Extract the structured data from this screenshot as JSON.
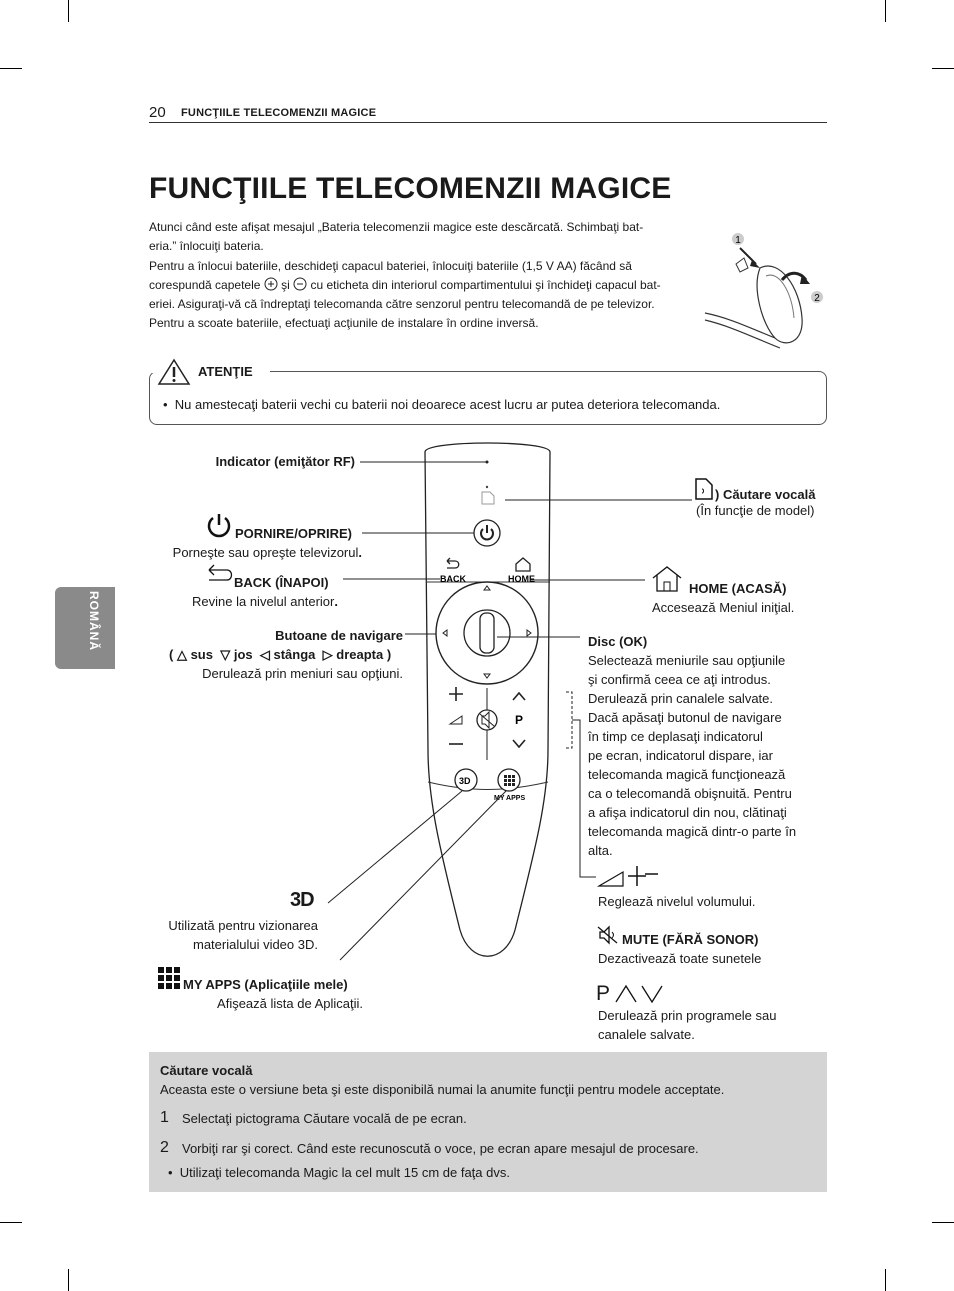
{
  "header": {
    "page_number": "20",
    "section": "FUNCŢIILE TELECOMENZII MAGICE"
  },
  "title": "FUNCŢIILE TELECOMENZII MAGICE",
  "side_tab": "ROMÂNĂ",
  "intro": {
    "line1": "Atunci când este afişat mesajul „Bateria telecomenzii magice este descărcată. Schimbaţi bat-",
    "line2": "eria.” înlocuiţi bateria.",
    "line3": "Pentru a înlocui bateriile, deschideţi capacul bateriei, înlocuiţi bateriile (1,5 V AA) făcând să",
    "line4_a": "corespundă capetele",
    "line4_b": "şi",
    "line4_c": "cu eticheta din interiorul compartimentului şi închideţi capacul bat-",
    "line5": "eriei. Asiguraţi-vă că îndreptaţi telecomanda către senzorul pentru telecomandă de pe televizor.",
    "line6": "Pentru a scoate bateriile, efectuaţi acţiunile de instalare în ordine inversă."
  },
  "battery_steps": [
    "1",
    "2"
  ],
  "caution": {
    "title": "ATENŢIE",
    "text": "Nu amestecaţi baterii vechi cu baterii noi deoarece acest lucru ar putea deteriora telecomanda."
  },
  "remote": {
    "back_label": "BACK",
    "home_label": "HOME",
    "myapps_label": "MY APPS",
    "p_label": "P"
  },
  "labels": {
    "indicator": "Indicator (emiţător RF)",
    "power_title": "PORNIRE/OPRIRE)",
    "power_desc": "Porneşte sau opreşte televizorul",
    "back_title": "BACK (ÎNAPOI)",
    "back_desc": "Revine la nivelul anterior",
    "nav_title": "Butoane de navigare",
    "nav_up": "sus",
    "nav_down": "jos",
    "nav_left": "stânga",
    "nav_right": "dreapta",
    "nav_desc": "Derulează prin meniuri sau opţiuni.",
    "voice_title": ") Căutare vocală",
    "voice_note": "(În funcţie de model)",
    "home_title": "HOME (ACASĂ)",
    "home_desc": "Accesează Meniul iniţial.",
    "disc_title": "Disc (OK)",
    "disc_desc": [
      "Selectează meniurile sau opţiunile",
      "şi confirmă ceea ce aţi introdus.",
      "Derulează prin canalele salvate.",
      "Dacă apăsaţi butonul de navigare",
      "în timp ce deplasaţi indicatorul",
      "pe ecran, indicatorul dispare, iar",
      "telecomanda magică funcţionează",
      "ca o telecomandă obişnuită. Pentru",
      "a afişa indicatorul din nou, clătinaţi",
      "telecomanda magică dintr-o parte în",
      "alta."
    ],
    "volume_desc": "Reglează nivelul volumului.",
    "mute_title": "MUTE (FĂRĂ SONOR)",
    "mute_desc": "Dezactivează toate sunetele",
    "prog_p": "P",
    "prog_desc_1": "Derulează prin programele sau",
    "prog_desc_2": "canalele salvate.",
    "td_desc_1": "Utilizată pentru vizionarea",
    "td_desc_2": "materialului video 3D.",
    "myapps_title": "MY APPS (Aplicaţiile mele)",
    "myapps_desc": "Afişează lista de Aplicaţii."
  },
  "voice_search": {
    "title": "Căutare vocală",
    "desc": "Aceasta este o versiune beta şi este disponibilă numai la anumite funcţii pentru modele acceptate.",
    "steps": [
      {
        "num": "1",
        "text": "Selectaţi pictograma Căutare vocală de pe ecran."
      },
      {
        "num": "2",
        "text": "Vorbiţi rar şi corect. Când este recunoscută o voce, pe ecran apare mesajul de procesare."
      }
    ],
    "bullet": "Utilizaţi telecomanda Magic la cel mult 15 cm de faţa dvs."
  }
}
